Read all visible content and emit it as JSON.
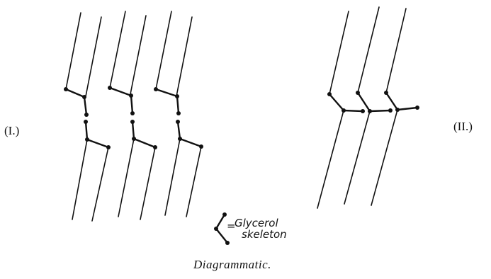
{
  "labels": {
    "form_one": "(I.)",
    "form_two": "(II.)"
  },
  "legend": {
    "symbol_equals": "=",
    "text_line1": "Glycerol",
    "text_line2": "skeleton"
  },
  "caption": "Diagrammatic."
}
